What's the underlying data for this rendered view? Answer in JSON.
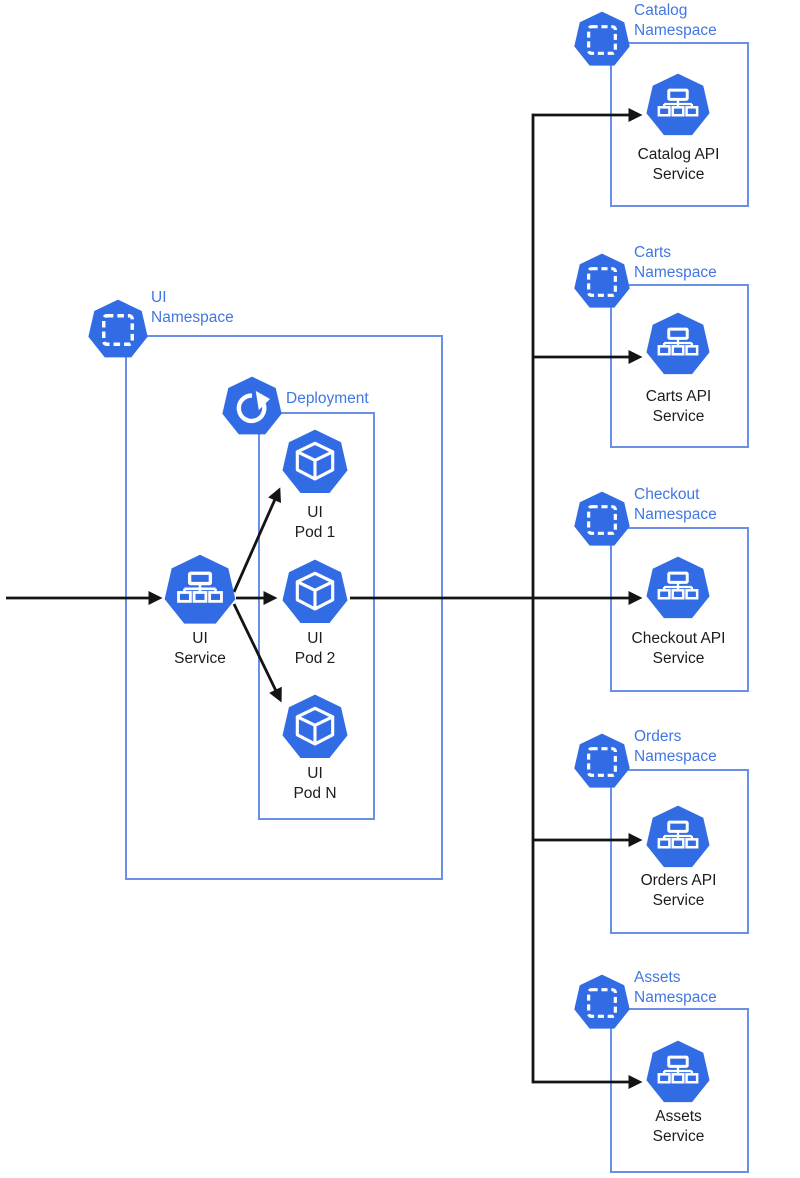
{
  "colors": {
    "kubernetes_blue": "#326CE5",
    "namespace_box_border": "#6890E6",
    "blue_label_text": "#4176E3",
    "black_text": "#1C1C1C",
    "arrow_color": "#141414",
    "background": "#FFFFFF"
  },
  "icons": {
    "namespace_icon": "heptagon-with-dashed-square",
    "deployment_icon": "heptagon-with-circular-arrow",
    "service_icon": "heptagon-with-service-tree",
    "pod_icon": "heptagon-with-cube"
  },
  "ui_namespace": {
    "label": "UI\nNamespace",
    "deployment_label": "Deployment",
    "service_label": "UI\nService",
    "pods": [
      {
        "label": "UI\nPod 1"
      },
      {
        "label": "UI\nPod 2"
      },
      {
        "label": "UI\nPod N"
      }
    ]
  },
  "namespaces": [
    {
      "ns_label": "Catalog\nNamespace",
      "service_label": "Catalog API\nService"
    },
    {
      "ns_label": "Carts\nNamespace",
      "service_label": "Carts API\nService"
    },
    {
      "ns_label": "Checkout\nNamespace",
      "service_label": "Checkout API\nService"
    },
    {
      "ns_label": "Orders\nNamespace",
      "service_label": "Orders API\nService"
    },
    {
      "ns_label": "Assets\nNamespace",
      "service_label": "Assets\nService"
    }
  ]
}
